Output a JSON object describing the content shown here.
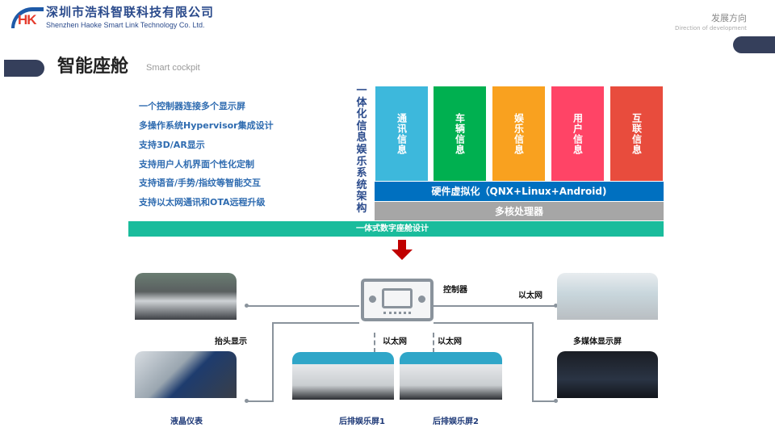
{
  "company": {
    "name_cn": "深圳市浩科智联科技有限公司",
    "name_en": "Shenzhen Haoke Smart Link Technology Co. Ltd.",
    "logo": "HK"
  },
  "header": {
    "section": "发展方向",
    "section_en": "Direction of development"
  },
  "page": {
    "title": "智能座舱",
    "subtitle": "Smart cockpit"
  },
  "features": [
    "一个控制器连接多个显示屏",
    "多操作系统Hypervisor集成设计",
    "支持3D/AR显示",
    "支持用户人机界面个性化定制",
    "支持语音/手势/指纹等智能交互",
    "支持以太网通讯和OTA远程升级"
  ],
  "architecture": {
    "side_label": "一体化信息娱乐系统架构",
    "columns": [
      {
        "label": "通讯信息",
        "color": "#3db8dc"
      },
      {
        "label": "车辆信息",
        "color": "#00b050"
      },
      {
        "label": "娱乐信息",
        "color": "#f9a11f"
      },
      {
        "label": "用户信息",
        "color": "#ff4466"
      },
      {
        "label": "互联信息",
        "color": "#e84c3d"
      }
    ],
    "virtualization": "硬件虚拟化（QNX+Linux+Android)",
    "processor": "多核处理器",
    "base": "一体式数字座舱设计"
  },
  "diagram": {
    "controller": "控制器",
    "ethernet": "以太网",
    "hud": "抬头显示",
    "multimedia": "多媒体显示屏",
    "cluster": "液晶仪表",
    "rear1": "后排娱乐屏1",
    "rear2": "后排娱乐屏2"
  }
}
